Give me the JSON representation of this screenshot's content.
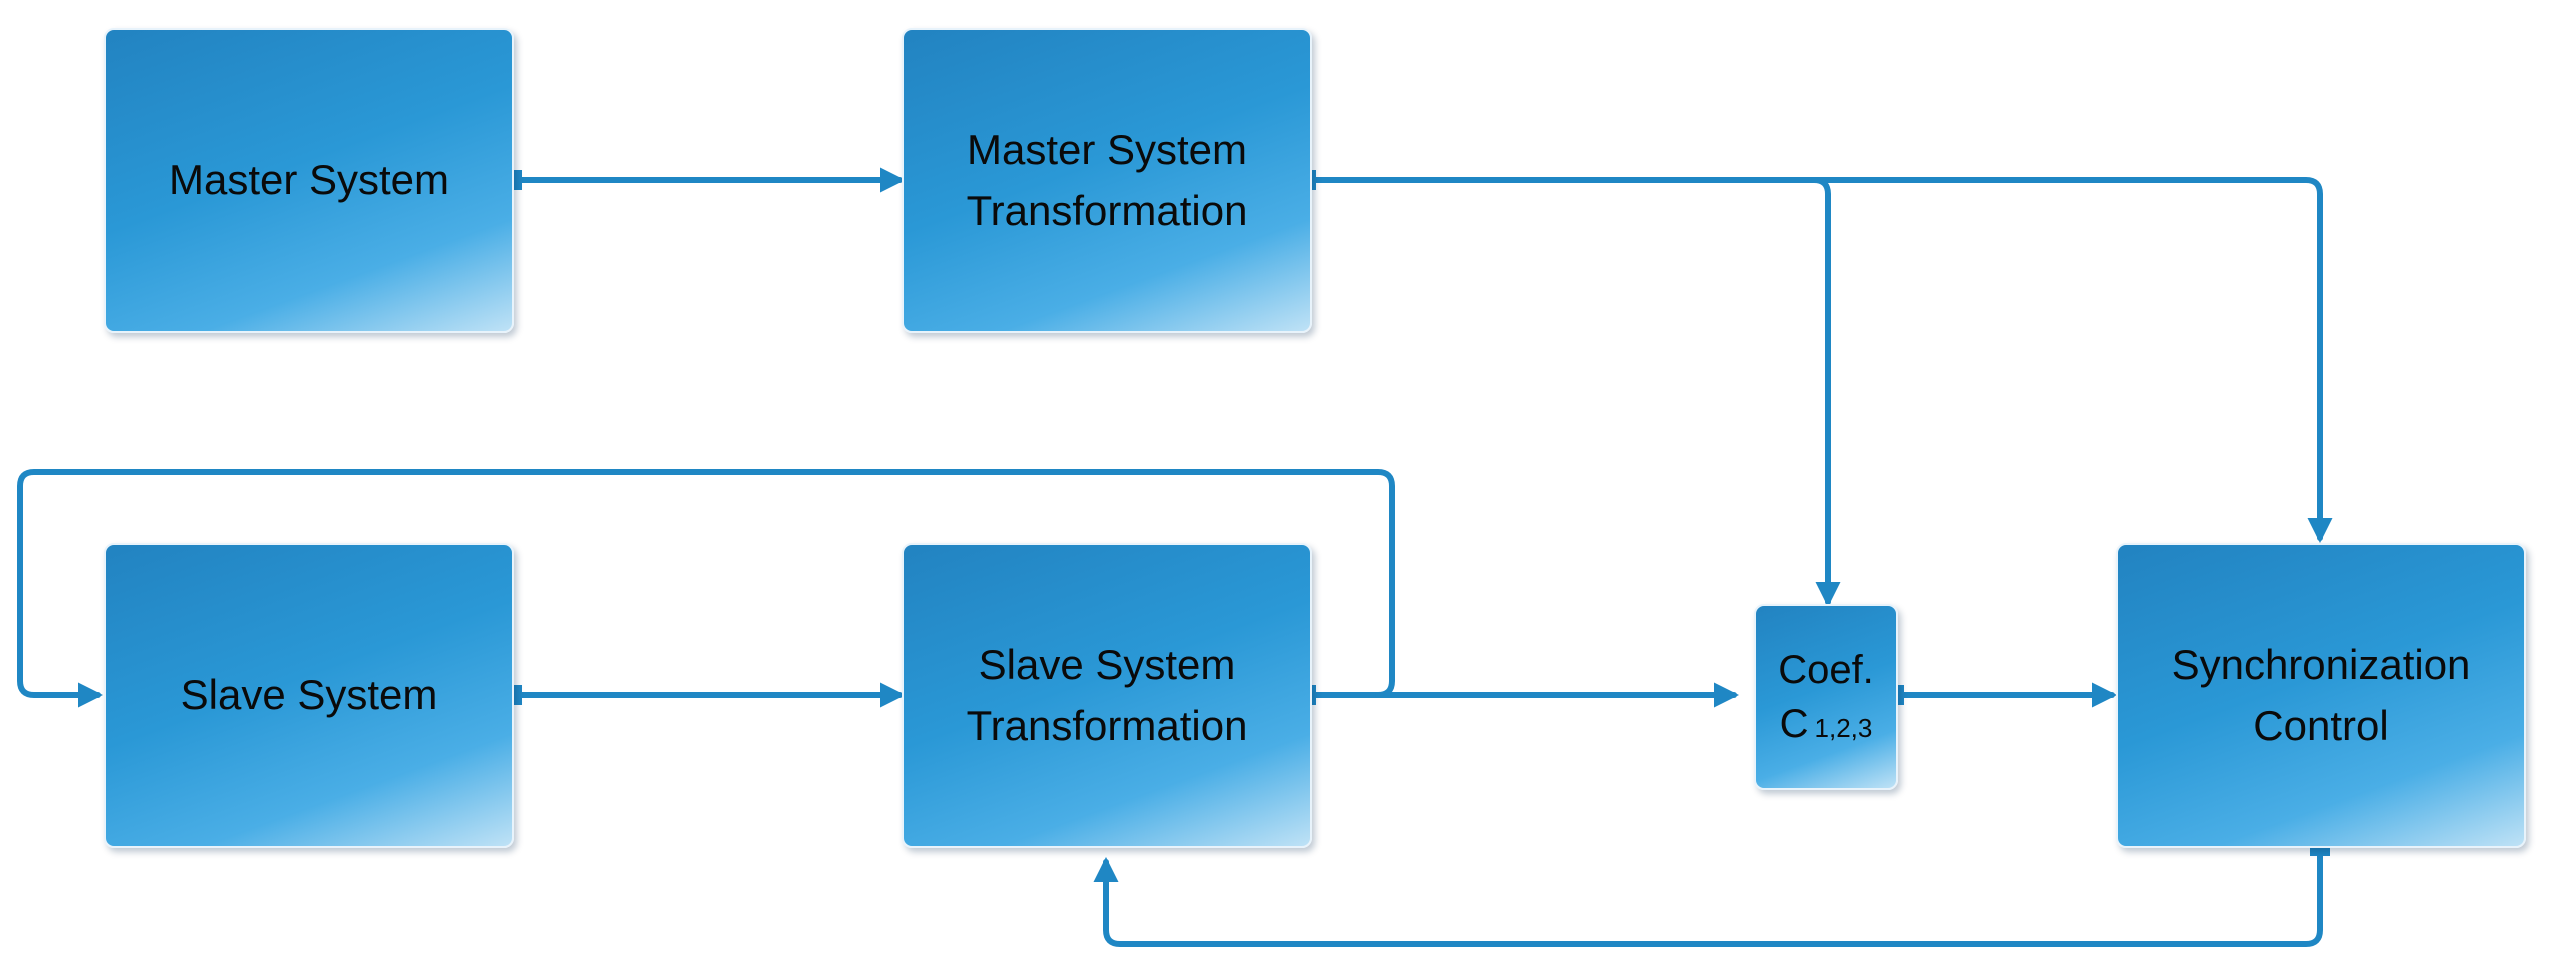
{
  "blocks": {
    "master_system": {
      "label": "Master System"
    },
    "master_transformation": {
      "line1": "Master System",
      "line2": "Transformation"
    },
    "slave_system": {
      "label": "Slave System"
    },
    "slave_transformation": {
      "line1": "Slave System",
      "line2": "Transformation"
    },
    "coefficient": {
      "line1": "Coef.",
      "symbol": "C",
      "subscript": "1,2,3"
    },
    "synchronization_control": {
      "line1": "Synchronization",
      "line2": "Control"
    }
  },
  "colors": {
    "block_dark": "#2283c1",
    "block_light": "#bfe2f6",
    "connector": "#1f87c4",
    "text": "#0a0a0a"
  }
}
